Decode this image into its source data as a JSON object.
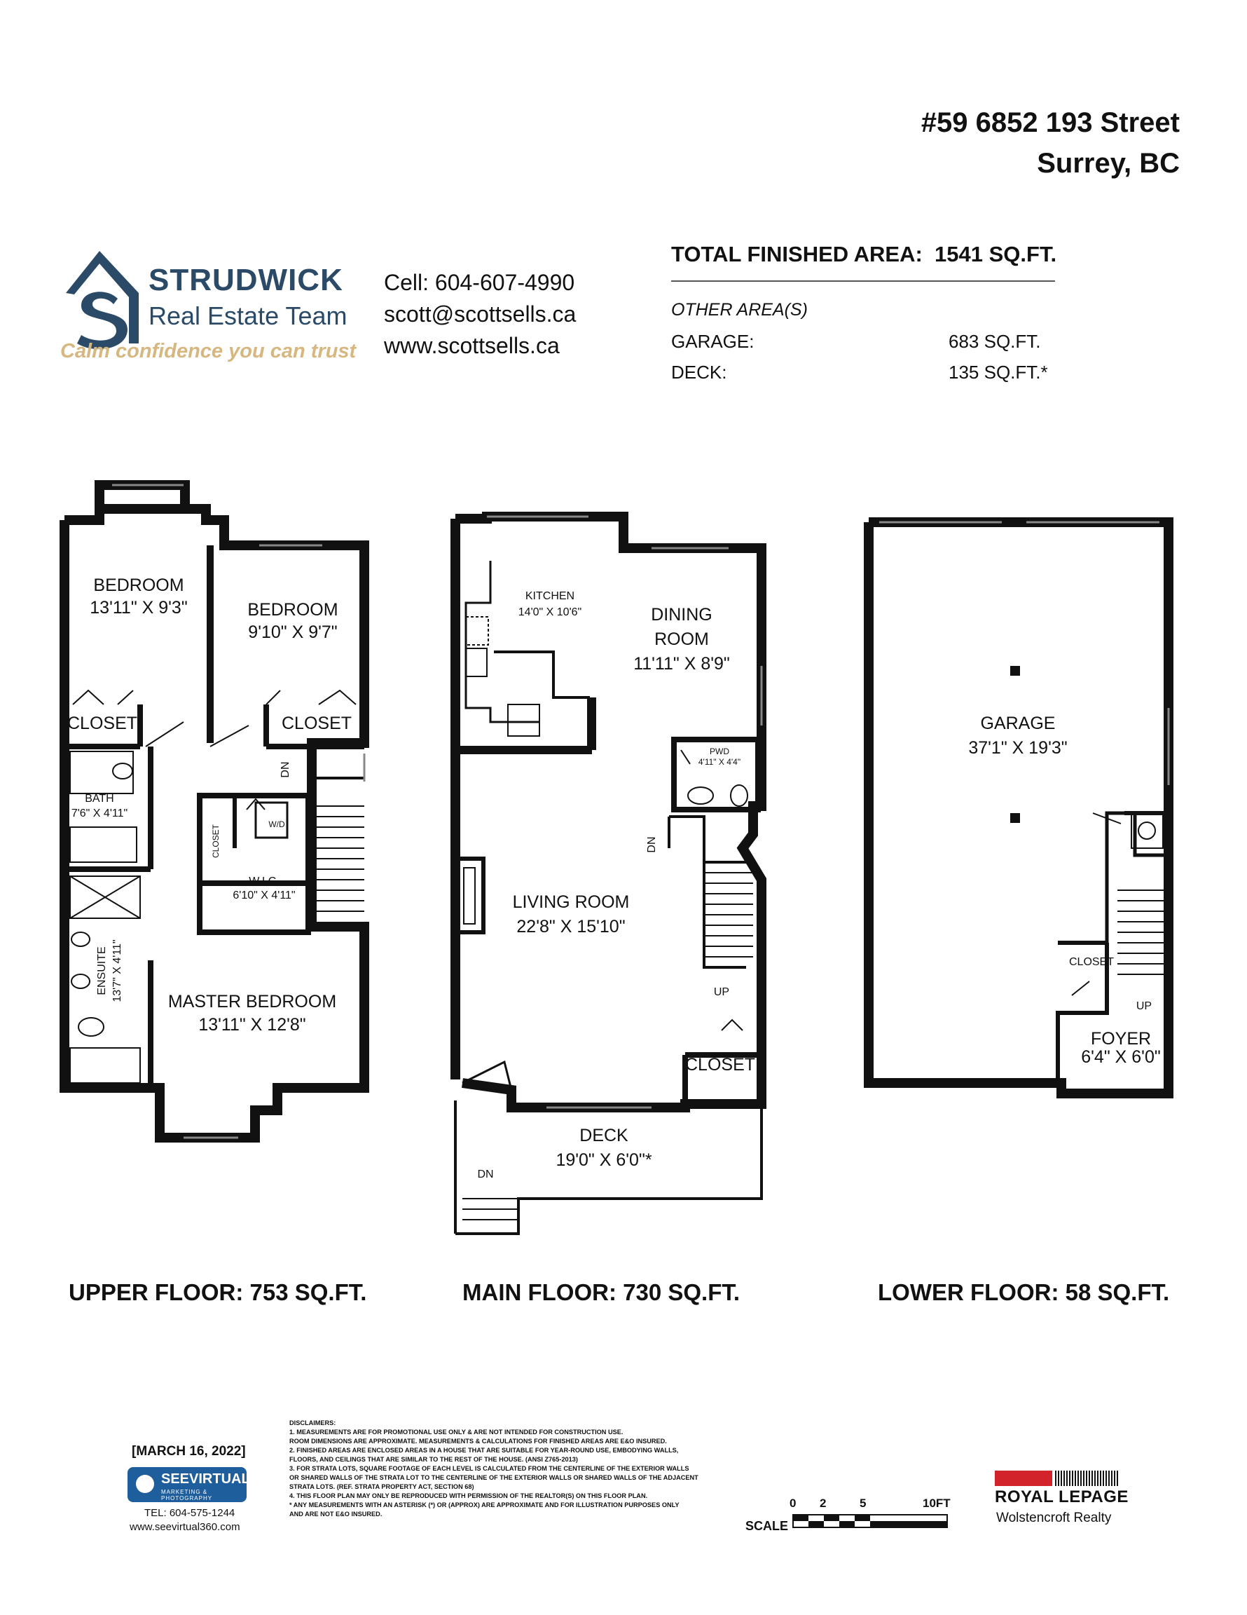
{
  "address": {
    "line1": "#59 6852 193 Street",
    "line2": "Surrey, BC"
  },
  "brand": {
    "name": "STRUDWICK",
    "subname": "Real Estate Team",
    "tagline": "Calm confidence you can trust"
  },
  "contact": {
    "cell": "Cell: 604-607-4990",
    "email": "scott@scottsells.ca",
    "web": "www.scottsells.ca"
  },
  "areas": {
    "total_label": "TOTAL FINISHED AREA:",
    "total_value": "1541 SQ.FT.",
    "other_label": "OTHER AREA(S)",
    "rows": [
      {
        "label": "GARAGE:",
        "value": "683 SQ.FT."
      },
      {
        "label": "DECK:",
        "value": "135 SQ.FT.*"
      }
    ]
  },
  "floors": {
    "upper": {
      "label": "UPPER FLOOR: 753 SQ.FT.",
      "rooms": {
        "bedroom1_name": "BEDROOM",
        "bedroom1_dim": "13'11\" X 9'3\"",
        "bedroom2_name": "BEDROOM",
        "bedroom2_dim": "9'10\" X 9'7\"",
        "closet1": "CLOSET",
        "closet2": "CLOSET",
        "closet3": "CLOSET",
        "bath_name": "BATH",
        "bath_dim": "7'6\" X 4'11\"",
        "wd": "W/D",
        "dn": "DN",
        "wic_name": "W.I.C.",
        "wic_dim": "6'10\" X 4'11\"",
        "ensuite_name": "ENSUITE",
        "ensuite_dim": "13'7\" X 4'11\"",
        "master_name": "MASTER BEDROOM",
        "master_dim": "13'11\" X 12'8\""
      }
    },
    "main": {
      "label": "MAIN FLOOR: 730 SQ.FT.",
      "rooms": {
        "kitchen_name": "KITCHEN",
        "kitchen_dim": "14'0\" X 10'6\"",
        "dining_name1": "DINING",
        "dining_name2": "ROOM",
        "dining_dim": "11'11\" X 8'9\"",
        "pwd_name": "PWD",
        "pwd_dim": "4'11\" X 4'4\"",
        "living_name": "LIVING ROOM",
        "living_dim": "22'8\" X 15'10\"",
        "dn1": "DN",
        "up": "UP",
        "closet": "CLOSET",
        "deck_name": "DECK",
        "deck_dim": "19'0\" X 6'0\"*",
        "dn2": "DN"
      }
    },
    "lower": {
      "label": "LOWER FLOOR: 58 SQ.FT.",
      "rooms": {
        "garage_name": "GARAGE",
        "garage_dim": "37'1\" X 19'3\"",
        "closet": "CLOSET",
        "up": "UP",
        "foyer_name": "FOYER",
        "foyer_dim": "6'4\" X 6'0\""
      }
    }
  },
  "footer": {
    "date": "[MARCH 16, 2022]",
    "seevirtual": {
      "name": "SEEVIRTUAL",
      "sub": "MARKETING & PHOTOGRAPHY",
      "tel": "TEL: 604-575-1244",
      "web": "www.seevirtual360.com"
    },
    "disclaimers": [
      "DISCLAIMERS:",
      "1. MEASUREMENTS ARE FOR PROMOTIONAL USE ONLY & ARE NOT INTENDED FOR CONSTRUCTION USE.",
      "ROOM DIMENSIONS ARE APPROXIMATE. MEASUREMENTS & CALCULATIONS FOR FINISHED AREAS ARE E&O INSURED.",
      "2. FINISHED AREAS ARE ENCLOSED AREAS IN A HOUSE THAT ARE SUITABLE FOR YEAR-ROUND USE, EMBODYING WALLS,",
      "FLOORS, AND CEILINGS THAT ARE SIMILAR TO THE REST OF THE HOUSE. (ANSI Z765-2013)",
      "3. FOR STRATA LOTS, SQUARE FOOTAGE OF EACH LEVEL IS CALCULATED FROM THE CENTERLINE OF THE EXTERIOR WALLS",
      "OR SHARED WALLS OF THE STRATA LOT TO THE CENTERLINE OF THE EXTERIOR WALLS OR SHARED WALLS OF THE ADJACENT",
      "STRATA LOTS. (REF. STRATA PROPERTY ACT, SECTION 68)",
      "4. THIS FLOOR PLAN MAY ONLY BE REPRODUCED WITH PERMISSION OF THE REALTOR(S) ON THIS FLOOR PLAN.",
      "* ANY MEASUREMENTS WITH AN ASTERISK (*) OR (APPROX) ARE APPROXIMATE AND FOR ILLUSTRATION PURPOSES ONLY",
      "AND ARE NOT E&O INSURED."
    ],
    "scale": {
      "title": "SCALE",
      "ticks": [
        "0",
        "2",
        "5",
        "10FT"
      ]
    },
    "royal": {
      "name": "ROYAL LEPAGE",
      "sub": "Wolstencroft Realty"
    }
  }
}
